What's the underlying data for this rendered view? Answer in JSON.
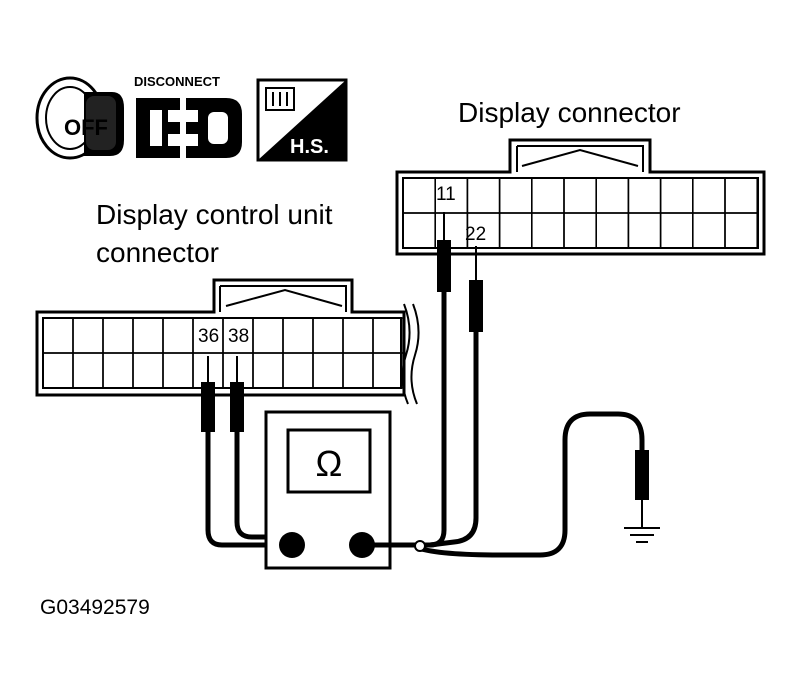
{
  "icons": {
    "ignition": {
      "name": "ignition-key-off-icon",
      "text": "OFF"
    },
    "disconnect": {
      "name": "disconnect-connector-icon",
      "text": "DISCONNECT"
    },
    "harness": {
      "name": "harness-side-icon",
      "text": "H.S."
    }
  },
  "display_connector": {
    "label": "Display connector",
    "pin_a": "11",
    "pin_b": "22"
  },
  "control_unit_connector": {
    "label_line1": "Display control unit",
    "label_line2": "connector",
    "pin_a": "36",
    "pin_b": "38"
  },
  "meter": {
    "symbol": "Ω"
  },
  "figure_code": "G03492579"
}
